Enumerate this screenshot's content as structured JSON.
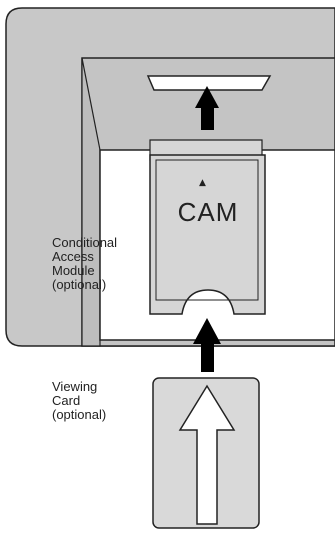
{
  "colors": {
    "panel": "#c8c8c8",
    "panel_border": "#222222",
    "cam_body": "#d6d6d6",
    "card": "#d9d9d9",
    "arrow": "#000000",
    "background": "#ffffff"
  },
  "cam": {
    "label": "CAM",
    "orientation_mark": "▲"
  },
  "labels": {
    "cam_description": [
      "Conditional",
      "Access",
      "Module",
      "(optional)"
    ],
    "card_description": [
      "Viewing",
      "Card",
      "(optional)"
    ]
  }
}
